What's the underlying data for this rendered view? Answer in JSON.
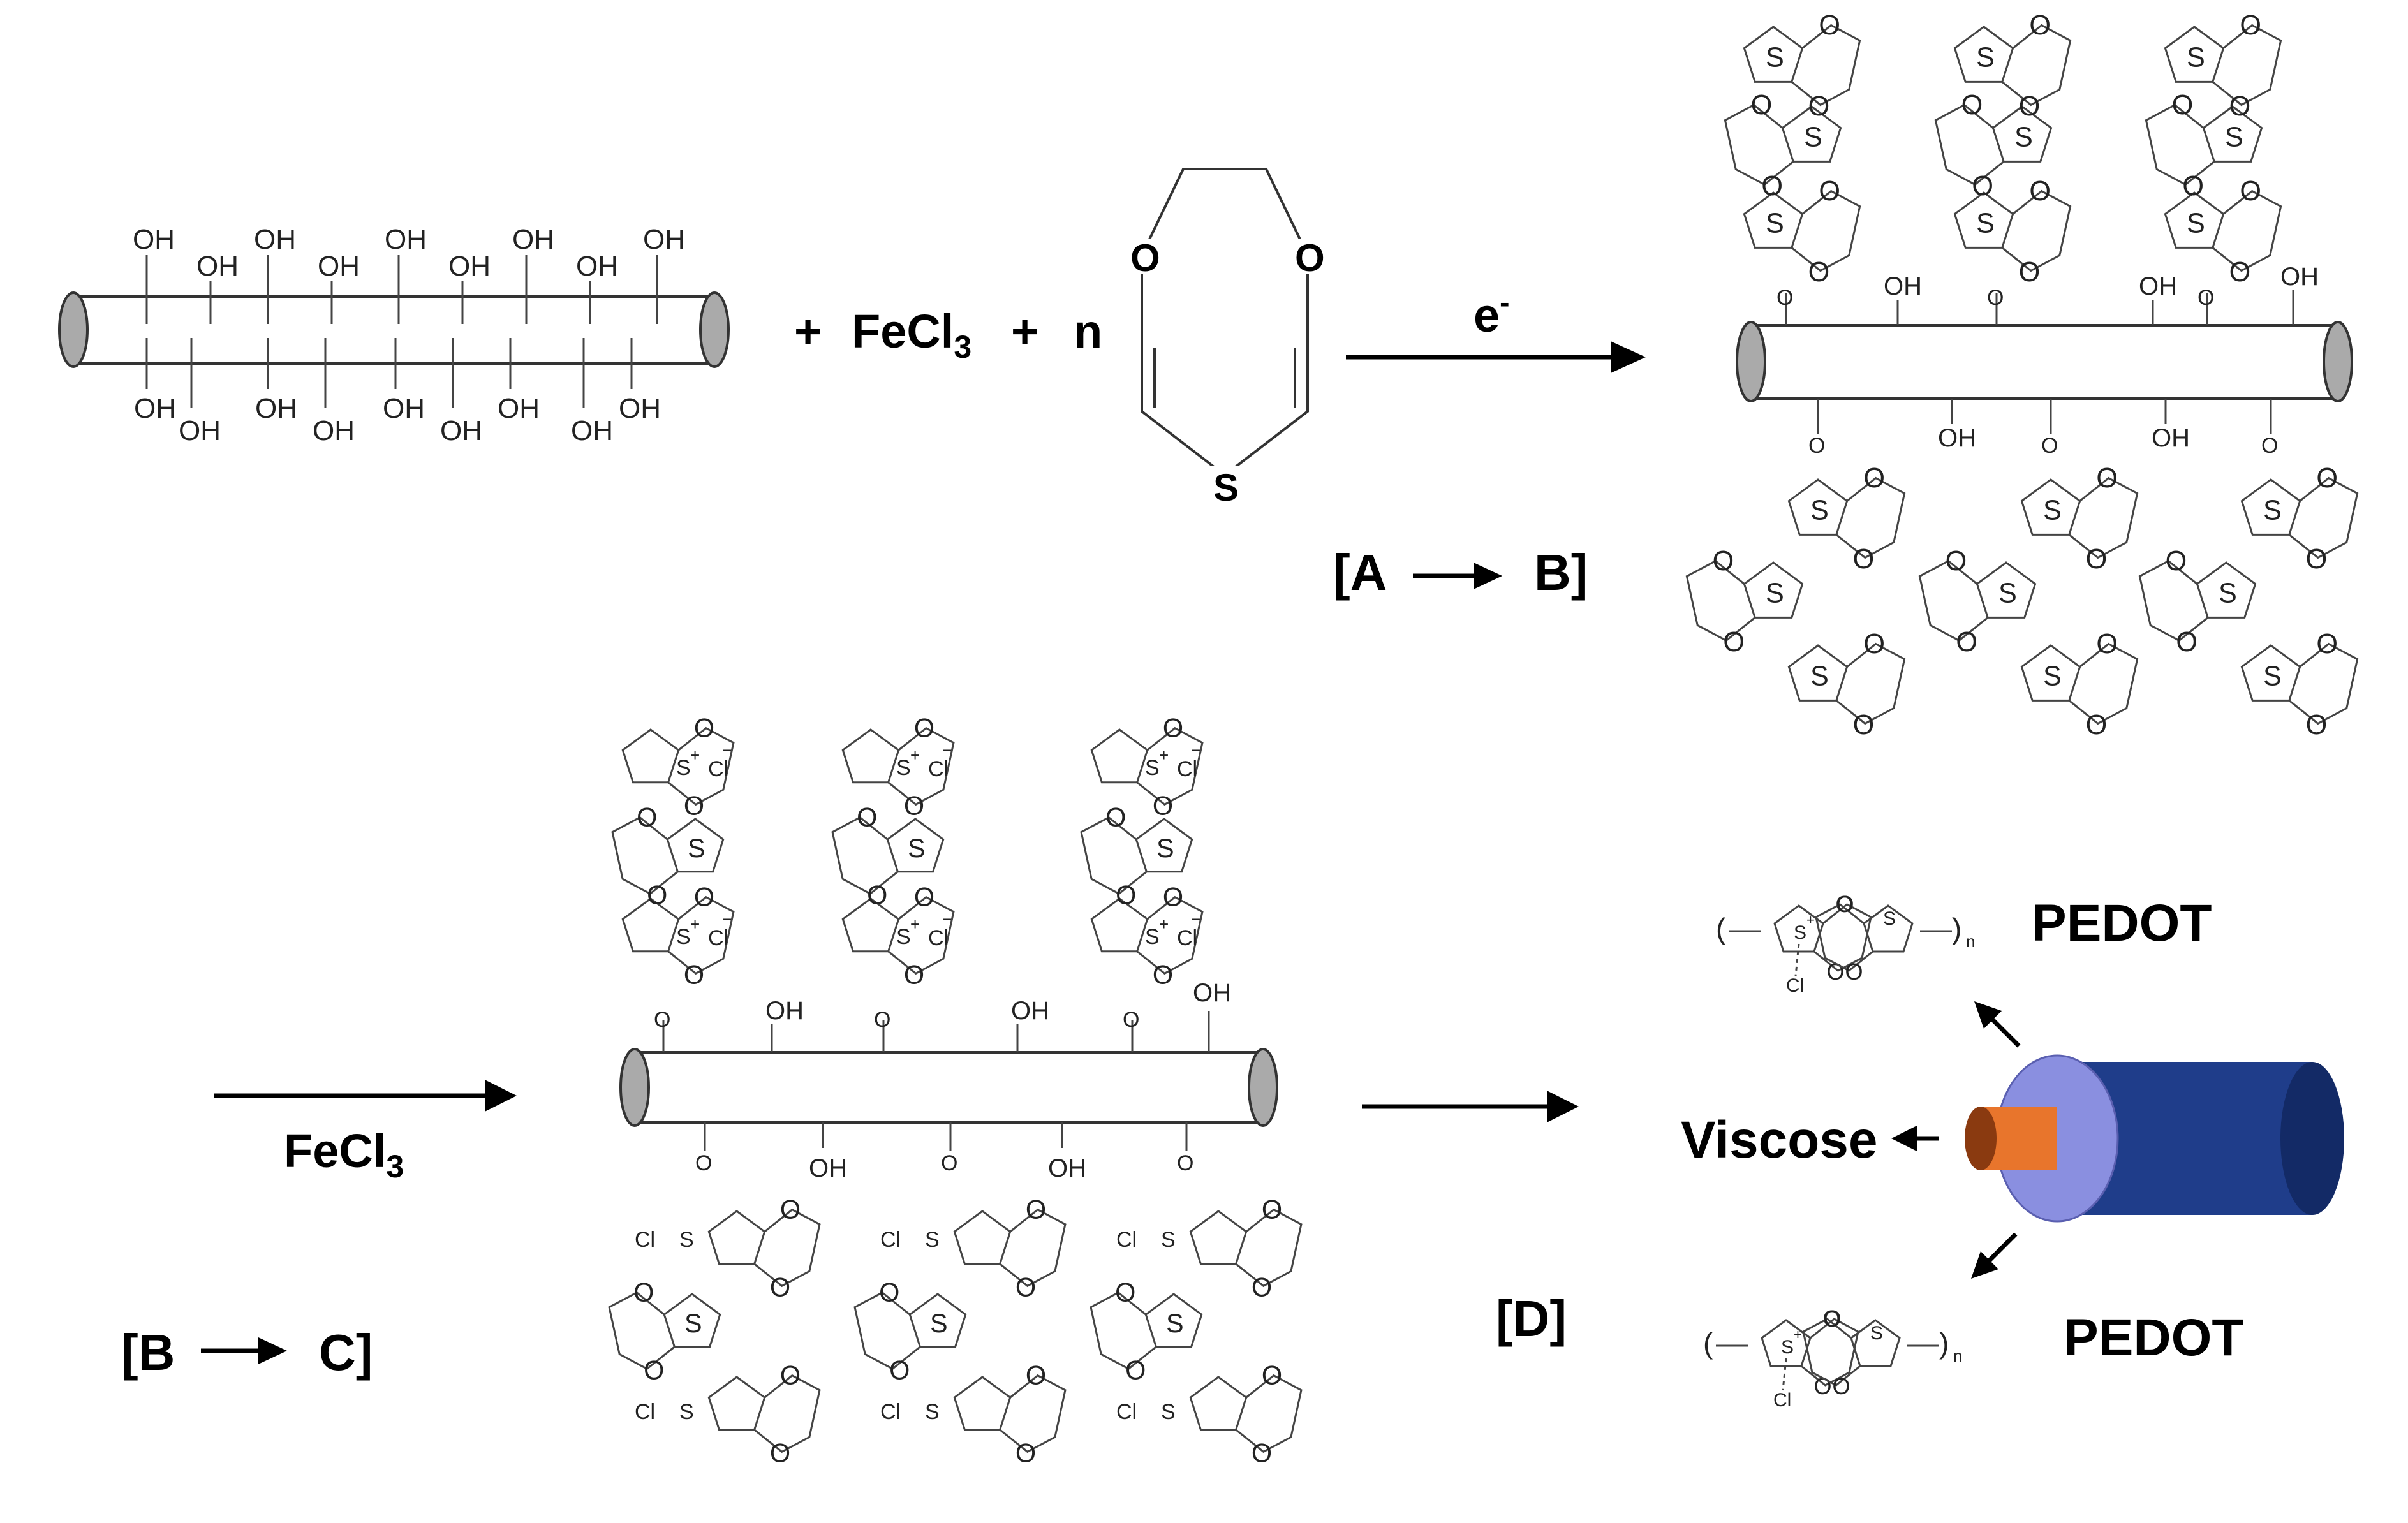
{
  "labels": {
    "plus1": "+",
    "fecl3_top": "FeCl",
    "fecl3_top_sub": "3",
    "plus2": "+",
    "n": "n",
    "electron": "e",
    "electron_sup": "-",
    "step_ab": "[A",
    "step_ab_end": "B]",
    "fecl3_mid": "FeCl",
    "fecl3_mid_sub": "3",
    "step_bc": "[B",
    "step_bc_end": "C]",
    "step_d": "[D]",
    "pedot_top": "PEDOT",
    "pedot_bottom": "PEDOT",
    "viscose": "Viscose"
  },
  "atoms": {
    "oh": "OH",
    "o": "O",
    "s": "S",
    "cl": "Cl",
    "plus": "+",
    "minus": "−",
    "n_sub": "n"
  },
  "fiber_colors": {
    "core": "#e8752c",
    "core_dark": "#8a3a10",
    "sheath": "#8a8fe0",
    "outer": "#1f3d8a",
    "outer_dark": "#132a66"
  }
}
